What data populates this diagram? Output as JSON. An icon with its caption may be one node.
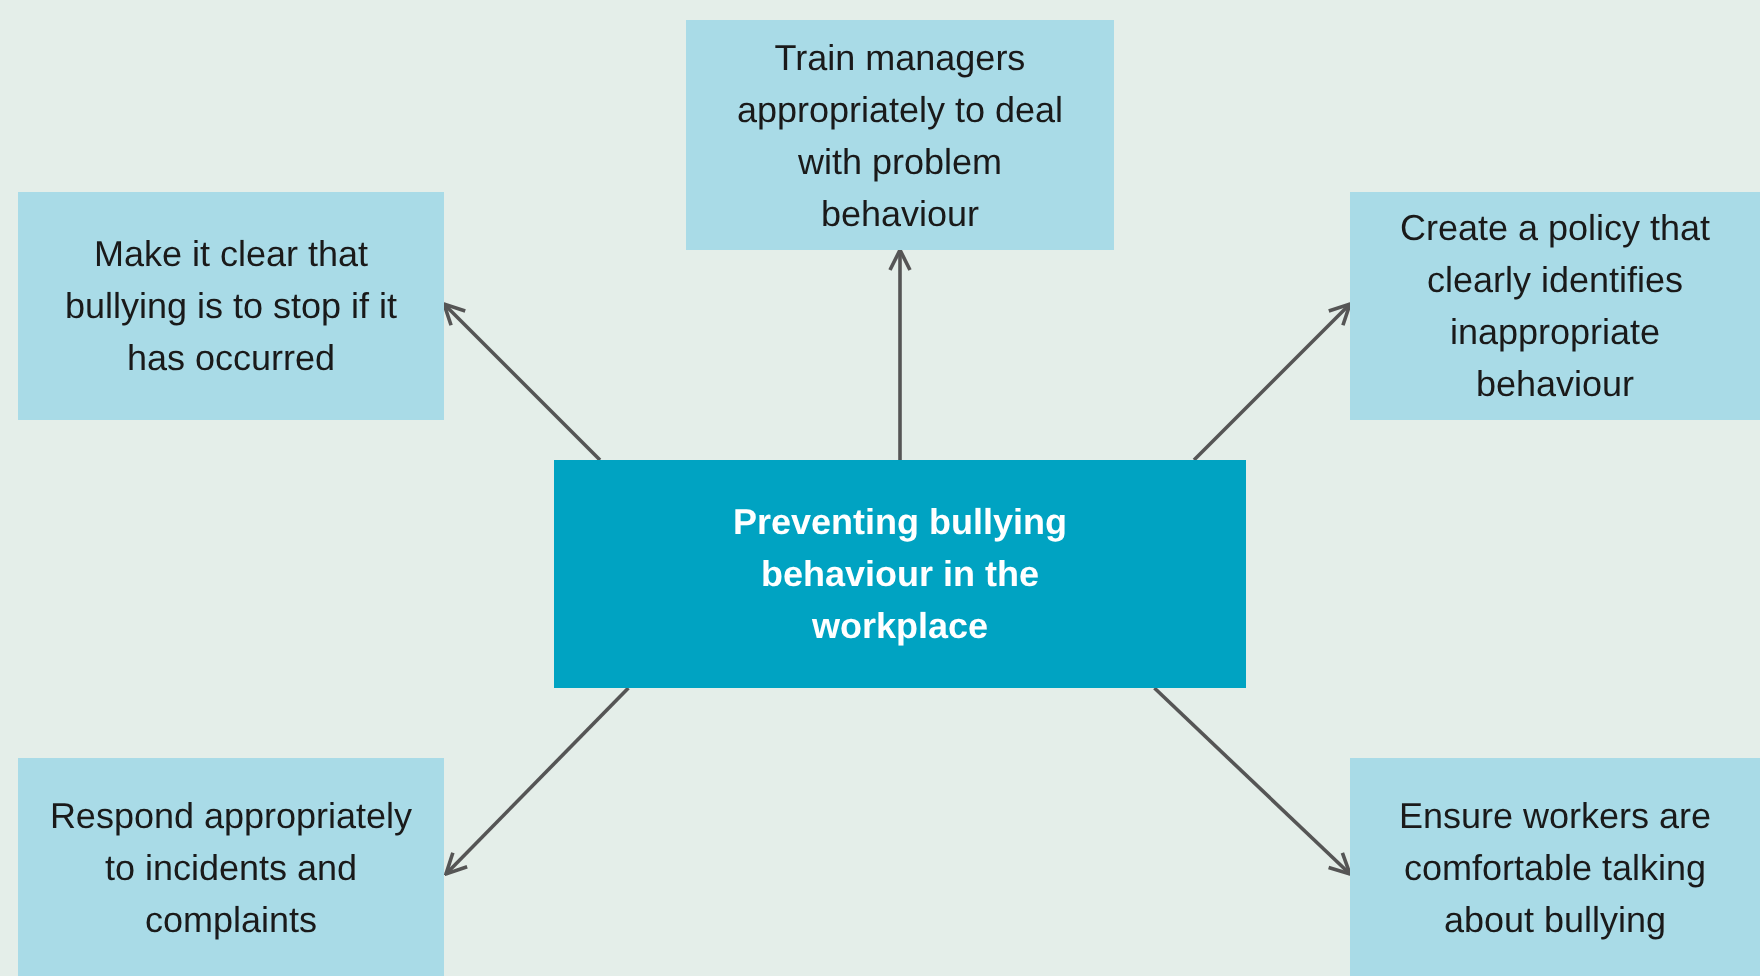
{
  "diagram": {
    "nodes": [
      {
        "text": [
          "Train managers appropriately to deal with problem behaviour"
        ]
      },
      {
        "text": [
          "Make it clear that bullying is to stop if it has occurred"
        ]
      },
      {
        "text": [
          "Create a policy that clearly identifies inappropriate behaviour"
        ]
      },
      {
        "text": [
          "Preventing bullying behaviour in the workplace"
        ]
      },
      {
        "text": [
          "Respond appropriately to incidents and complaints"
        ]
      },
      {
        "text": [
          "Ensure workers are comfortable talking about bullying"
        ]
      }
    ],
    "edges": [
      {
        "from": 3,
        "to": 0,
        "arrow": "to"
      },
      {
        "from": 3,
        "to": 1,
        "arrow": "to"
      },
      {
        "from": 3,
        "to": 2,
        "arrow": "to"
      },
      {
        "from": 3,
        "to": 4,
        "arrow": "to"
      },
      {
        "from": 3,
        "to": 5,
        "arrow": "to"
      }
    ]
  }
}
